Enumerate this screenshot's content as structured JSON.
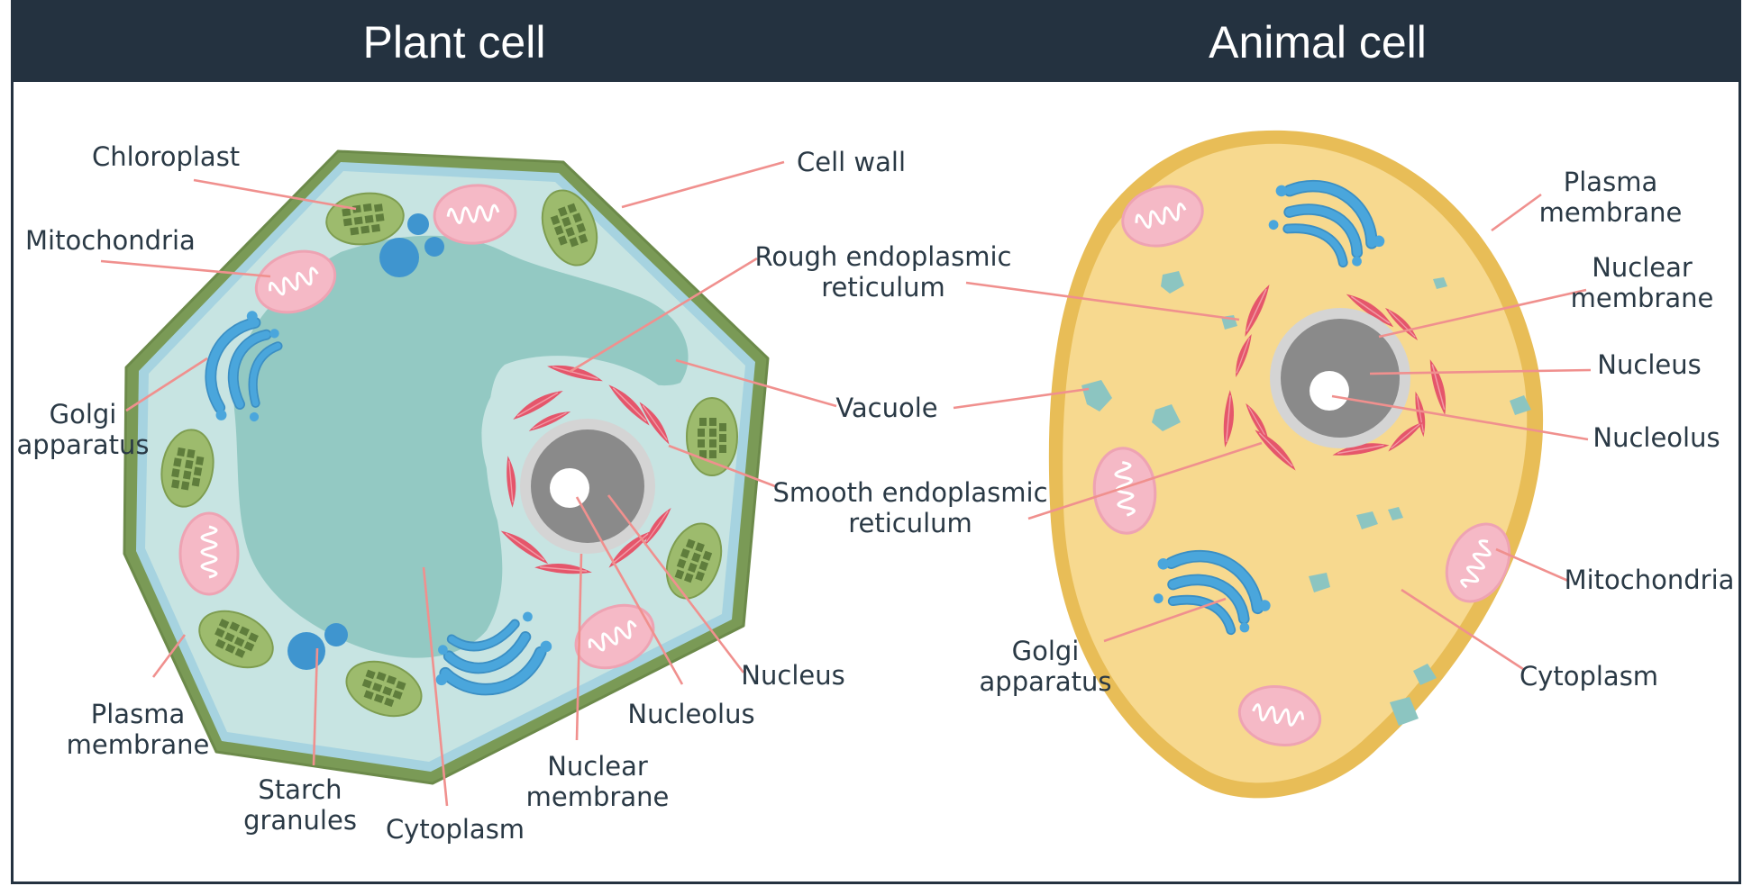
{
  "titles": {
    "plant": "Plant cell",
    "animal": "Animal cell"
  },
  "plant_labels": {
    "chloroplast": "Chloroplast",
    "mitochondria": "Mitochondria",
    "golgi": [
      "Golgi",
      "apparatus"
    ],
    "plasma_membrane": [
      "Plasma",
      "membrane"
    ],
    "starch": [
      "Starch",
      "granules"
    ],
    "cytoplasm": "Cytoplasm",
    "nuclear_membrane": [
      "Nuclear",
      "membrane"
    ],
    "nucleolus": "Nucleolus",
    "nucleus": "Nucleus",
    "cell_wall": "Cell wall"
  },
  "shared_labels": {
    "rough_er": [
      "Rough endoplasmic",
      "reticulum"
    ],
    "vacuole": "Vacuole",
    "smooth_er": [
      "Smooth endoplasmic",
      "reticulum"
    ]
  },
  "animal_labels": {
    "plasma_membrane": [
      "Plasma",
      "membrane"
    ],
    "nuclear_membrane": [
      "Nuclear",
      "membrane"
    ],
    "nucleus": "Nucleus",
    "nucleolus": "Nucleolus",
    "mitochondria": "Mitochondria",
    "cytoplasm": "Cytoplasm",
    "golgi": [
      "Golgi",
      "apparatus"
    ]
  },
  "colors": {
    "header": "#243240",
    "cell_wall": "#7a9a56",
    "plant_cytoplasm": "#c7e4e2",
    "vacuole": "#93c9c3",
    "animal_cytoplasm": "#f7d98f",
    "animal_membrane": "#e8bd57",
    "mitochondria": "#f5b9c6",
    "chloroplast": "#9dbb6d",
    "golgi": "#4aa6dc",
    "er": "#e5566b",
    "nucleus": "#8a8a8a",
    "label_line": "#f0908e"
  }
}
